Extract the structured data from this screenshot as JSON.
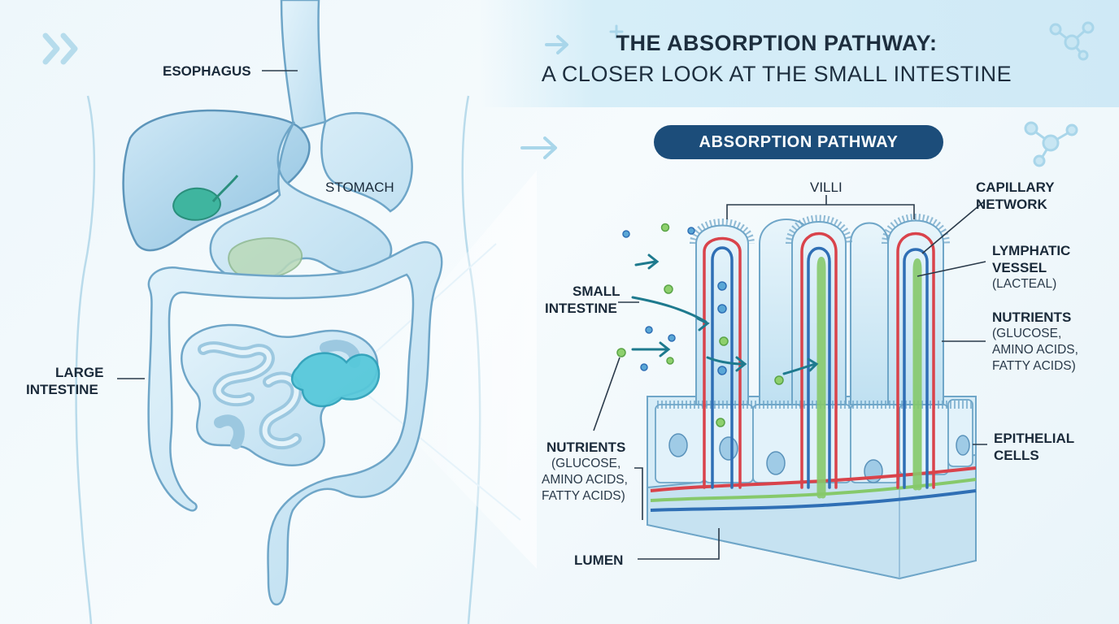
{
  "title": {
    "line1": "THE ABSORPTION PATHWAY:",
    "line2": "A CLOSER LOOK AT THE SMALL INTESTINE"
  },
  "pill": "ABSORPTION PATHWAY",
  "body_labels": {
    "esophagus": "ESOPHAGUS",
    "stomach": "STOMACH",
    "large_intestine_1": "LARGE",
    "large_intestine_2": "INTESTINE"
  },
  "detail_labels": {
    "villi": "VILLI",
    "capillary_1": "CAPILLARY",
    "capillary_2": "NETWORK",
    "lymphatic_1": "LYMPHATIC",
    "lymphatic_2": "VESSEL",
    "lymphatic_3": "(LACTEAL)",
    "nutrients_right_title": "NUTRIENTS",
    "nutrients_right_1": "(GLUCOSE,",
    "nutrients_right_2": "AMINO ACIDS,",
    "nutrients_right_3": "FATTY ACIDS)",
    "epithelial_1": "EPITHELIAL",
    "epithelial_2": "CELLS",
    "small_intestine_1": "SMALL",
    "small_intestine_2": "INTESTINE",
    "nutrients_left_title": "NUTRIENTS",
    "nutrients_left_1": "(GLUCOSE,",
    "nutrients_left_2": "AMINO ACIDS,",
    "nutrients_left_3": "FATTY ACIDS)",
    "lumen": "LUMEN"
  },
  "colors": {
    "organ_fill": "#cfe8f5",
    "organ_stroke": "#6fa6c8",
    "highlight": "#4cc3d6",
    "capillary_red": "#d9434b",
    "capillary_blue": "#2f6fb5",
    "lacteal_green": "#86c96b",
    "pill_bg": "#1c4d7a"
  },
  "icons": [
    "double-chevron-icon",
    "arrow-right-icon",
    "plus-icon",
    "molecule-icon"
  ]
}
